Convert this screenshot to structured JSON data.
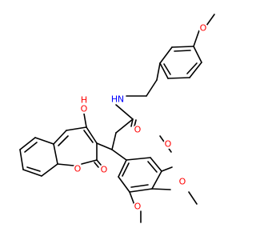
{
  "structure": {
    "atoms": [
      {
        "id": "o_methoxy_top",
        "text": "O",
        "color": "#ff0000"
      },
      {
        "id": "n_amide",
        "text": "N",
        "color": "#0000ff"
      },
      {
        "id": "h_amide",
        "text": "H",
        "color": "#0000ff"
      },
      {
        "id": "o_amide",
        "text": "O",
        "color": "#ff0000"
      },
      {
        "id": "o_hydroxy",
        "text": "O",
        "color": "#ff0000"
      },
      {
        "id": "h_hydroxy",
        "text": "H",
        "color": "#ff0000"
      },
      {
        "id": "o_ring",
        "text": "O",
        "color": "#ff0000"
      },
      {
        "id": "o_lactone",
        "text": "O",
        "color": "#ff0000"
      },
      {
        "id": "o_methoxy_3",
        "text": "O",
        "color": "#ff0000"
      },
      {
        "id": "o_methoxy_4",
        "text": "O",
        "color": "#ff0000"
      },
      {
        "id": "o_methoxy_5",
        "text": "O",
        "color": "#ff0000"
      }
    ],
    "colors": {
      "bond": "#000000",
      "oxygen": "#ff0000",
      "nitrogen": "#0000ff"
    }
  }
}
